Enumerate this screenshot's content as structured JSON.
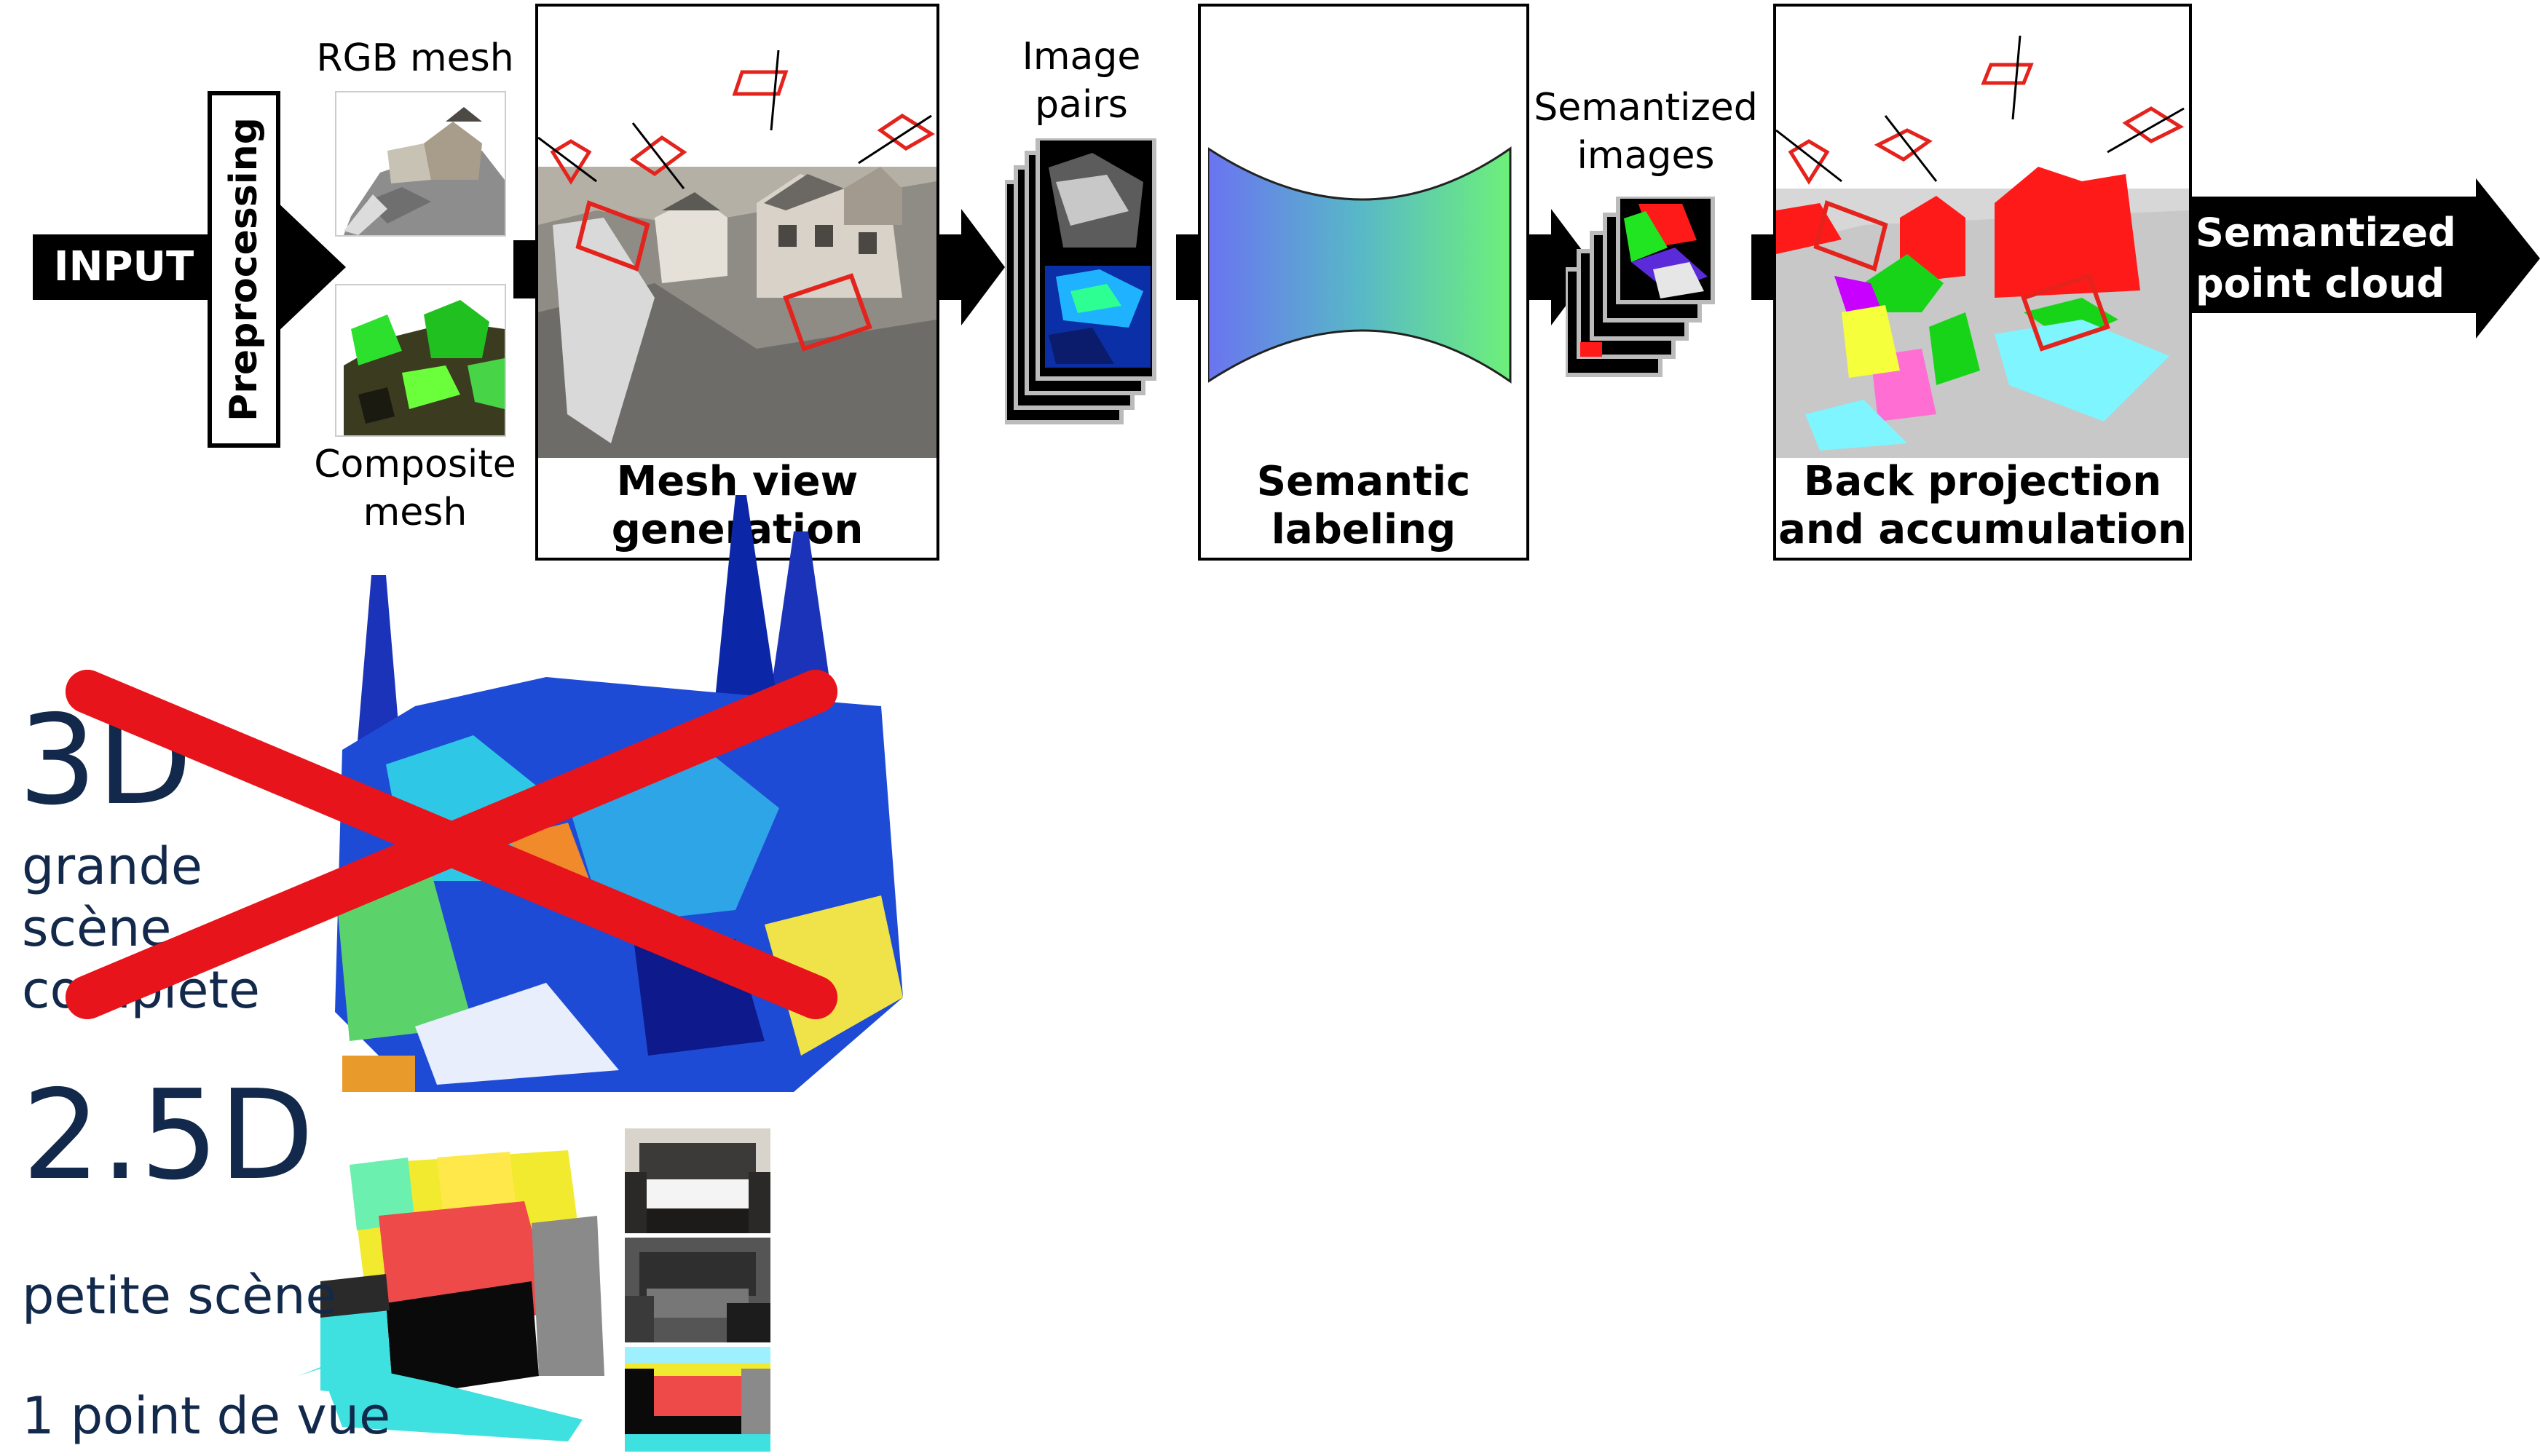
{
  "pipeline": {
    "input_label": "INPUT",
    "preprocessing_label": "Preprocessing",
    "rgb_mesh_label": "RGB mesh",
    "composite_mesh_label": "Composite\nmesh",
    "mesh_view_label": "Mesh view\ngeneration",
    "image_pairs_label": "Image\npairs",
    "semantic_labeling_label": "Semantic\nlabeling",
    "semantized_images_label": "Semantized\nimages",
    "back_projection_label": "Back projection\nand accumulation",
    "output_label": "Semantized\npoint cloud"
  },
  "bottom": {
    "label_3d": "3D",
    "desc_3d_lines": [
      "grande",
      "scène",
      "complète"
    ],
    "label_25d": "2.5D",
    "desc_25d_1": "petite scène",
    "desc_25d_2": "1 point de vue"
  },
  "colors": {
    "strike_red": "#e8141b",
    "text_navy": "#13294b",
    "camera_red": "#e3231c"
  }
}
